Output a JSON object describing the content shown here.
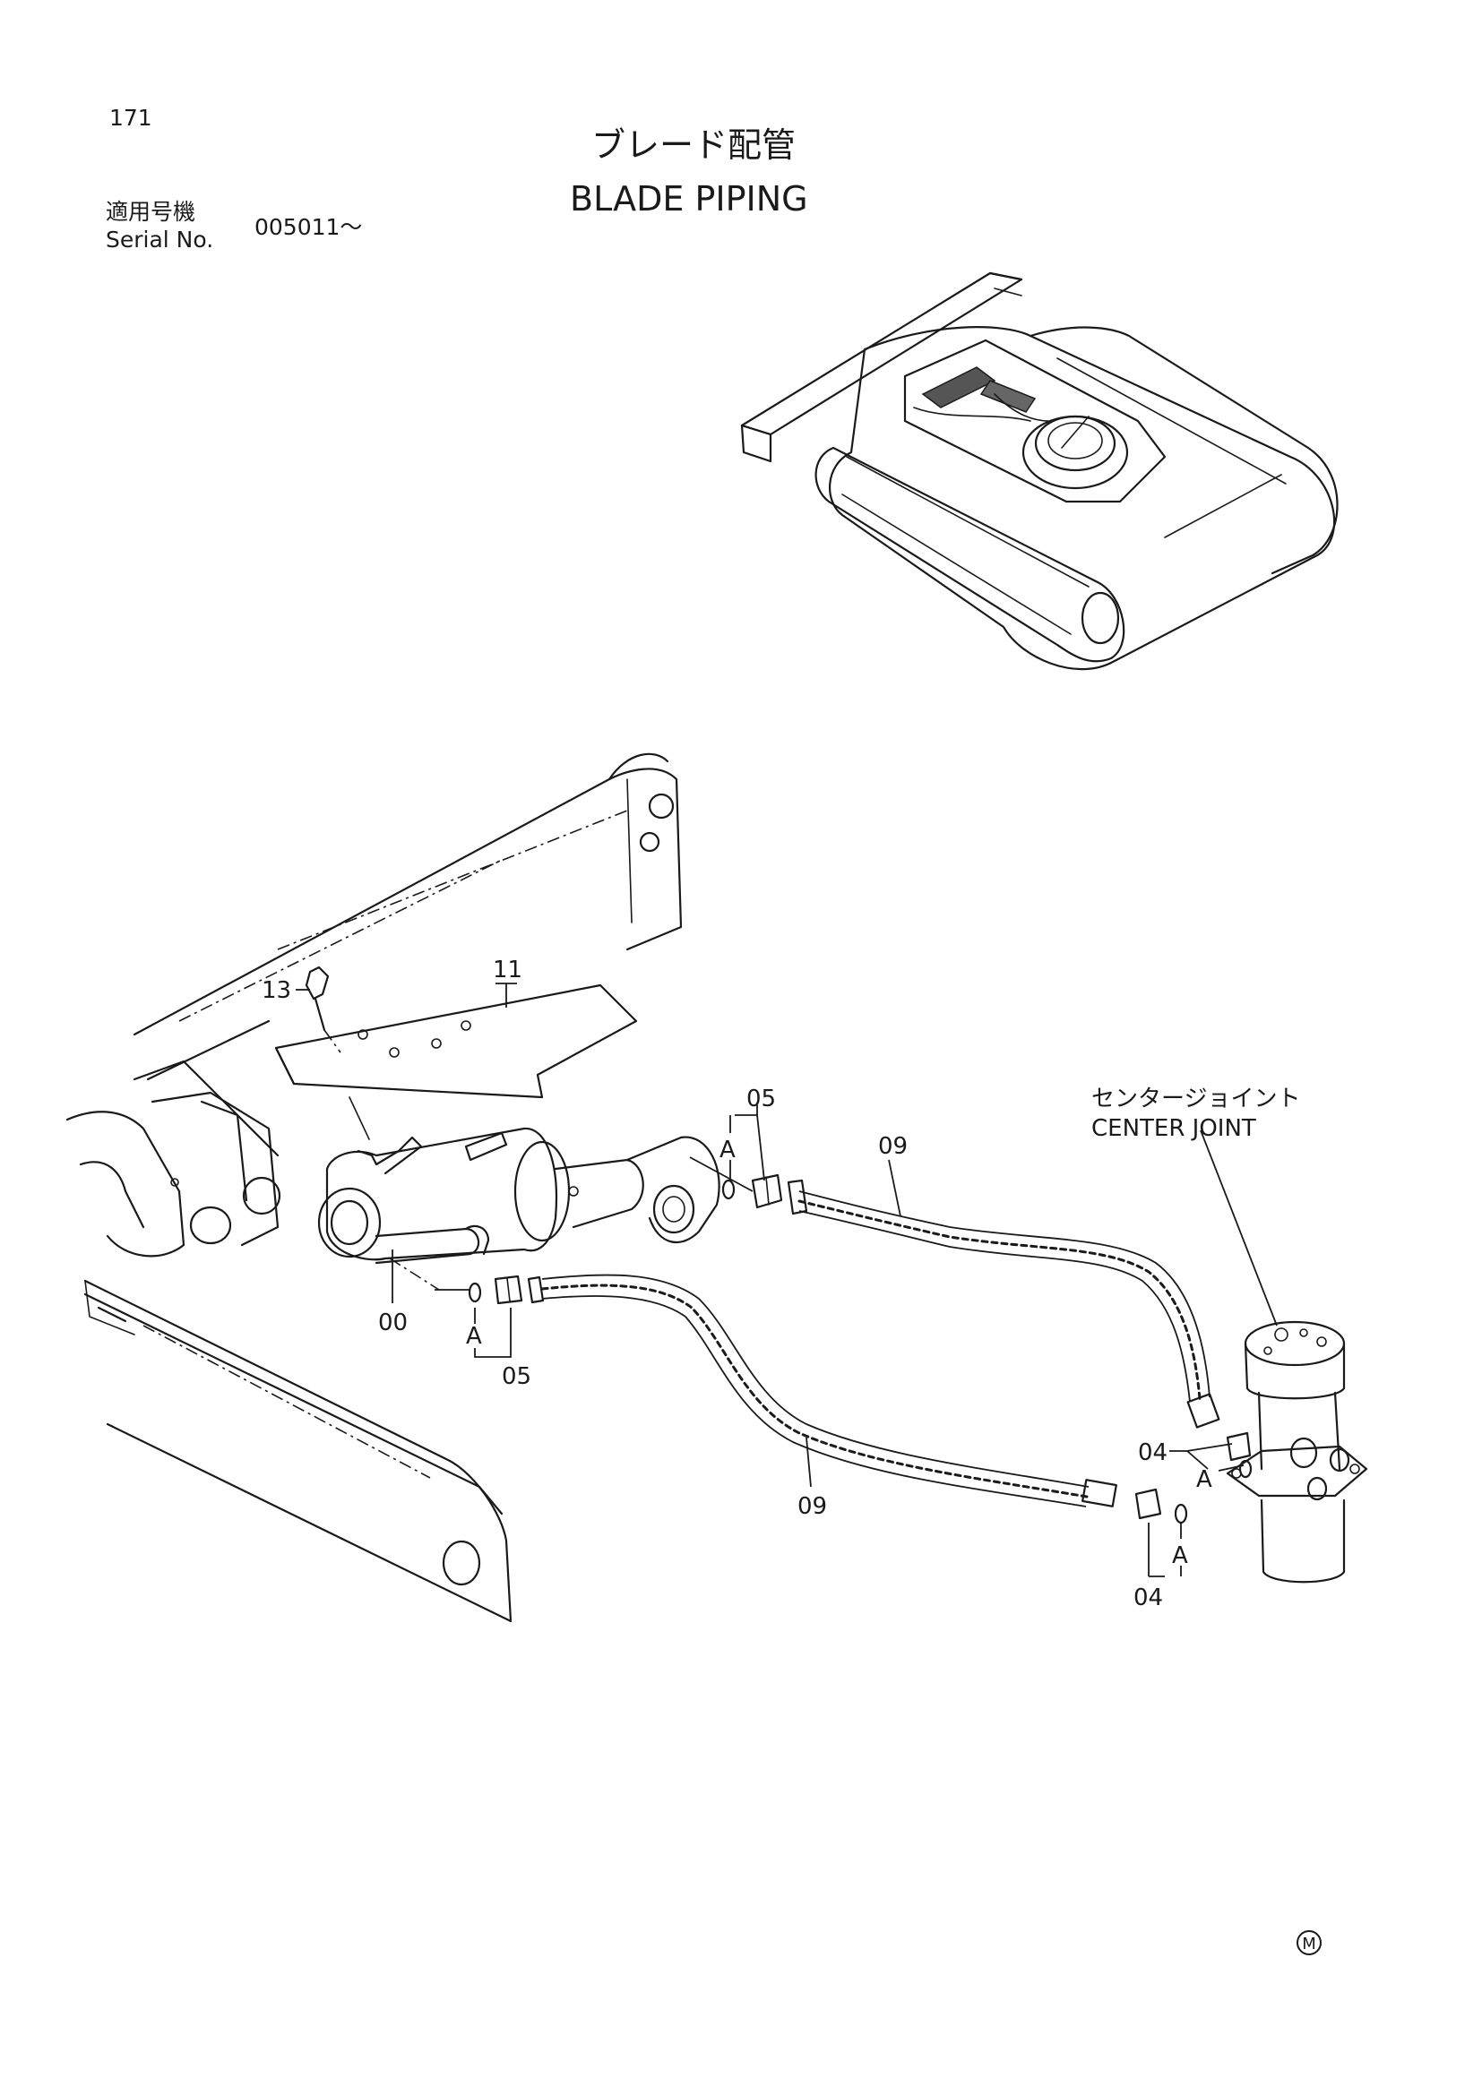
{
  "page_number": "171",
  "title_jp": "ブレード配管",
  "title_en": "BLADE PIPING",
  "serial_label_jp": "適用号機",
  "serial_label_en": "Serial No.",
  "serial_value": "005011～",
  "center_joint_jp": "センタージョイント",
  "center_joint_en": "CENTER JOINT",
  "callouts": {
    "c13": "13",
    "c11": "11",
    "c05_top": "05",
    "a_top": "A",
    "c09_top": "09",
    "c00": "00",
    "a_mid": "A",
    "c05_bottom": "05",
    "c09_bottom": "09",
    "c04_top": "04",
    "a_right_top": "A",
    "a_right_bottom": "A",
    "c04_bottom": "04"
  },
  "mark": "M"
}
